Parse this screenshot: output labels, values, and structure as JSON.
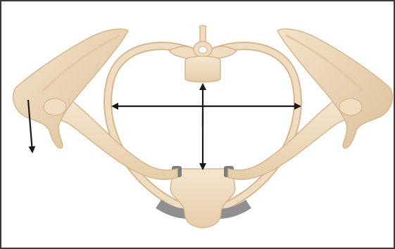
{
  "figure": {
    "description_visible_text": "",
    "colors": {
      "bone_fill": "#efdcc1",
      "bone_outline": "#d5b88f",
      "bone_shadow": "#e4c9a4",
      "cartilage": "#9a9a9a",
      "arrow": "#1a1a1a",
      "frame": "#3a3a3a"
    },
    "arrows": [
      {
        "name": "transverse-diameter-arrow",
        "direction": "horizontal-bidirectional"
      },
      {
        "name": "anteroposterior-diameter-arrow",
        "direction": "vertical-bidirectional"
      },
      {
        "name": "scapula-depression-arrow",
        "direction": "down"
      }
    ]
  }
}
